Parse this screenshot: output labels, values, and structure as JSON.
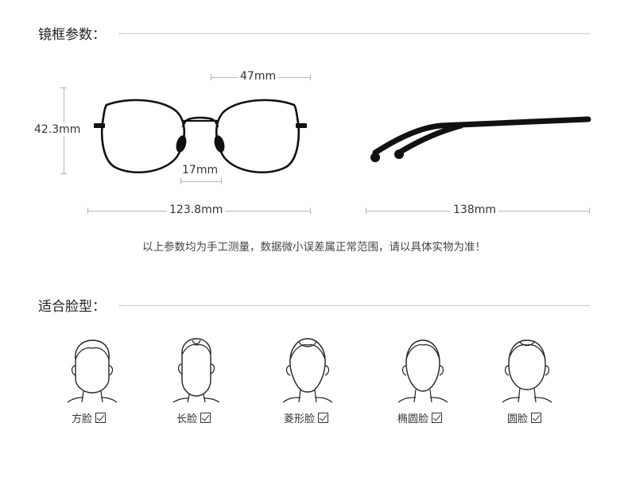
{
  "frame_section": {
    "title": "镜框参数："
  },
  "dimensions": {
    "lens_width": "47mm",
    "lens_height": "42.3mm",
    "bridge_width": "17mm",
    "frame_width": "123.8mm",
    "temple_length": "138mm"
  },
  "notice": "以上参数均为手工测量，数据微小误差属正常范围，请以具体实物为准！",
  "face_section": {
    "title": "适合脸型：",
    "faces": [
      {
        "label": "方脸"
      },
      {
        "label": "长脸"
      },
      {
        "label": "菱形脸"
      },
      {
        "label": "椭圆脸"
      },
      {
        "label": "圆脸"
      }
    ]
  }
}
